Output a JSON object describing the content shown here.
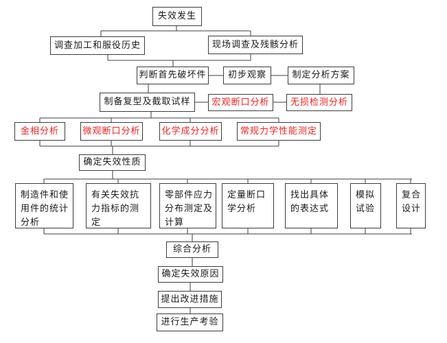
{
  "diagram": {
    "background_color": "#ffffff",
    "line_color": "#3c3c3c",
    "black_text_color": "#1a1a1a",
    "red_text_color": "#ee2222",
    "nodes": {
      "failure_occurs": {
        "label": "失效发生"
      },
      "investigate_processing_service_history": {
        "label": "调查加工和服役历史"
      },
      "site_investigation_wreckage_analysis": {
        "label": "现场调查及残骸分析"
      },
      "identify_first_failed_part": {
        "label": "判断首先破坏件"
      },
      "preliminary_observation": {
        "label": "初步观察"
      },
      "formulate_analysis_plan": {
        "label": "制定分析方案"
      },
      "prepare_replicas_cut_samples": {
        "label": "制备复型及截取试样"
      },
      "macro_fracture_analysis": {
        "label": "宏观断口分析",
        "emphasis": "red"
      },
      "ndt_analysis": {
        "label": "无损检测分析",
        "emphasis": "red"
      },
      "metallographic_analysis": {
        "label": "金相分析",
        "emphasis": "red"
      },
      "micro_fracture_analysis": {
        "label": "微观断口分析",
        "emphasis": "red"
      },
      "chemical_composition_analysis": {
        "label": "化学成分分析",
        "emphasis": "red"
      },
      "routine_mechanical_properties_test": {
        "label": "常规力学性能测定",
        "emphasis": "red"
      },
      "determine_failure_nature": {
        "label": "确定失效性质"
      },
      "statistical_analysis_of_parts": {
        "label": "制造件和使\n用件的统计\n分析"
      },
      "failure_resistance_indicator_measurement": {
        "label": "有关失效抗\n力指标的测\n定"
      },
      "stress_distribution_measurement_calculation": {
        "label": "零部件应力\n分布测定及\n计算"
      },
      "quantitative_fractography_analysis": {
        "label": "定量断口\n学分析"
      },
      "find_specific_expression": {
        "label": "找出具体\n的表达式"
      },
      "simulation_test": {
        "label": "模拟\n试验"
      },
      "composite_design": {
        "label": "复合\n设计"
      },
      "comprehensive_analysis": {
        "label": "综合分析"
      },
      "determine_failure_cause": {
        "label": "确定失效原因"
      },
      "propose_improvement_measures": {
        "label": "提出改进措施"
      },
      "conduct_production_verification": {
        "label": "进行生产考验"
      }
    }
  }
}
